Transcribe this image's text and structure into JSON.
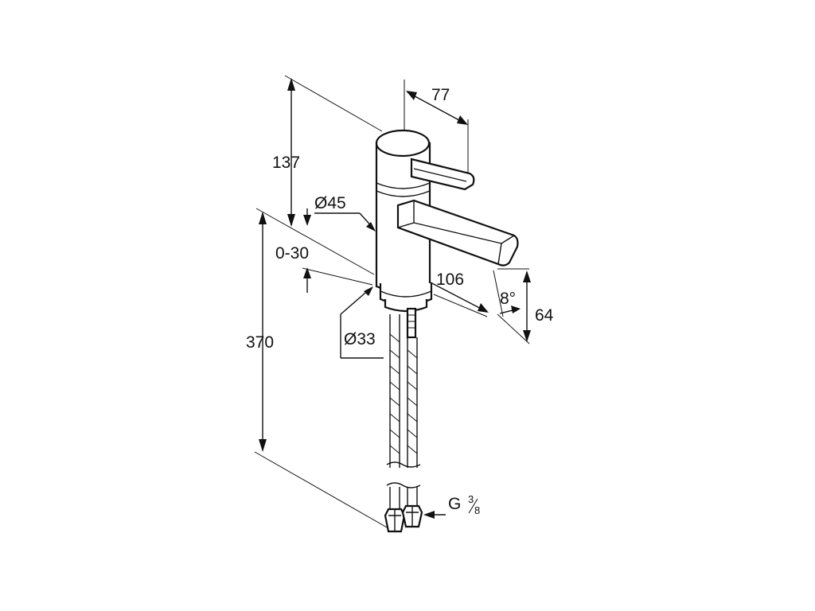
{
  "dimensions": {
    "height_top": "137",
    "spout_projection": "77",
    "body_diameter": "Ø45",
    "adjust_range": "0-30",
    "spout_length": "106",
    "angle": "8°",
    "outlet_height": "64",
    "total_height": "370",
    "base_diameter": "Ø33",
    "connection_thread": "G",
    "thread_num": "3",
    "thread_den": "8"
  }
}
